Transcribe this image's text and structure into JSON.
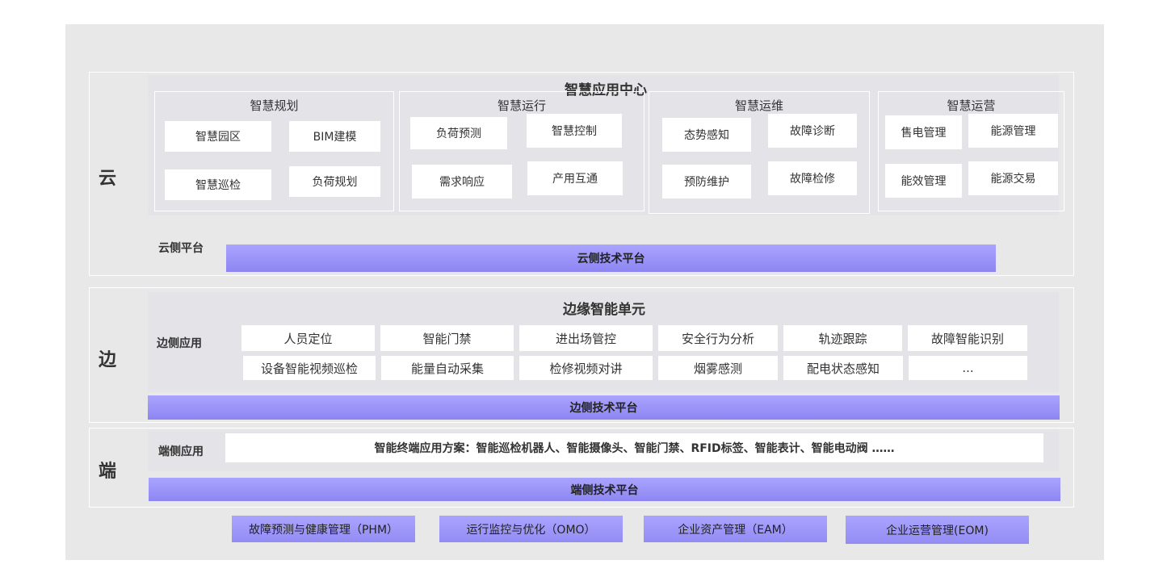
{
  "cloud": {
    "tier_label": "云",
    "center_title": "智慧应用中心",
    "groups": [
      {
        "title": "智慧规划",
        "items": [
          "智慧园区",
          "BIM建模",
          "智慧巡检",
          "负荷规划"
        ]
      },
      {
        "title": "智慧运行",
        "items": [
          "负荷预测",
          "智慧控制",
          "需求响应",
          "产用互通"
        ]
      },
      {
        "title": "智慧运维",
        "items": [
          "态势感知",
          "故障诊断",
          "预防维护",
          "故障检修"
        ]
      },
      {
        "title": "智慧运营",
        "items": [
          "售电管理",
          "能源管理",
          "能效管理",
          "能源交易"
        ]
      }
    ],
    "platform_label": "云侧平台",
    "platform_bar": "云侧技术平台"
  },
  "edge": {
    "tier_label": "边",
    "center_title": "边缘智能单元",
    "app_label": "边侧应用",
    "row1": [
      "人员定位",
      "智能门禁",
      "进出场管控",
      "安全行为分析",
      "轨迹跟踪",
      "故障智能识别"
    ],
    "row2": [
      "设备智能视频巡检",
      "能量自动采集",
      "检修视频对讲",
      "烟雾感测",
      "配电状态感知",
      "..."
    ],
    "platform_bar": "边侧技术平台"
  },
  "end": {
    "tier_label": "端",
    "app_label": "端侧应用",
    "solution": "智能终端应用方案：智能巡检机器人、智能摄像头、智能门禁、RFID标签、智能表计、智能电动阀 ……",
    "platform_bar": "端侧技术平台"
  },
  "footer": [
    "故障预测与健康管理（PHM）",
    "运行监控与优化（OMO）",
    "企业资产管理（EAM）",
    "企业运营管理(EOM)"
  ],
  "colors": {
    "platform_bar": "#9a94f8",
    "background_panel": "#e8e8e8",
    "inner_panel": "#e4e4e8"
  }
}
